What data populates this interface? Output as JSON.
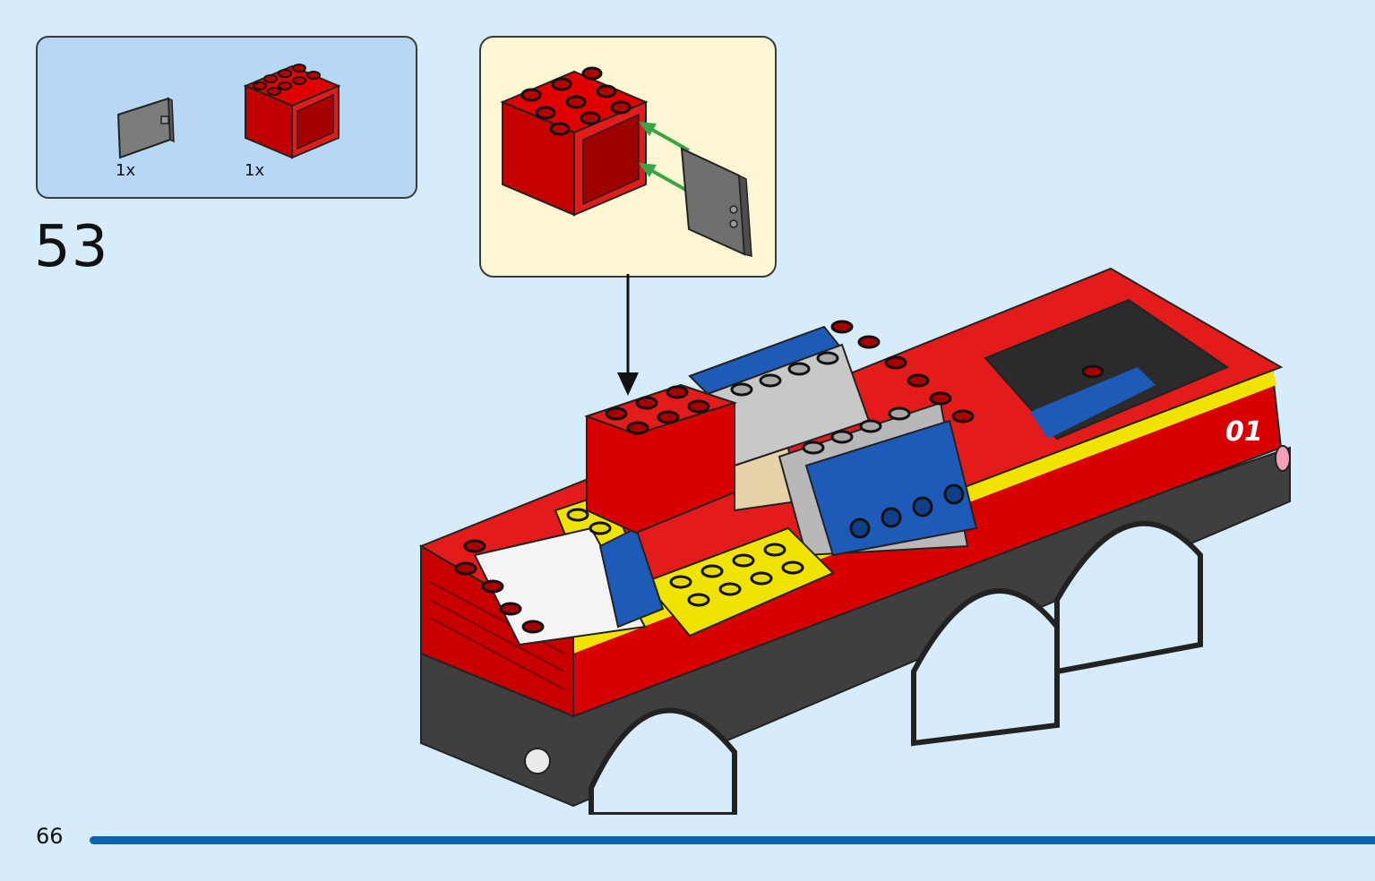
{
  "parts_list": {
    "items": [
      {
        "part": "gray-door-plate",
        "quantity": "1x"
      },
      {
        "part": "red-2x3x2-box-brick",
        "quantity": "1x"
      }
    ]
  },
  "step": {
    "number": "53"
  },
  "callout": {
    "arrow_color": "#3aa548"
  },
  "model": {
    "decal_text": "01"
  },
  "footer": {
    "page_number": "66",
    "progress_color": "#0b63b3"
  },
  "colors": {
    "background": "#d6ecfb",
    "parts_box": "#b7d8f5",
    "callout_box": "#fdf6d3",
    "brick_red": "#e00000"
  }
}
